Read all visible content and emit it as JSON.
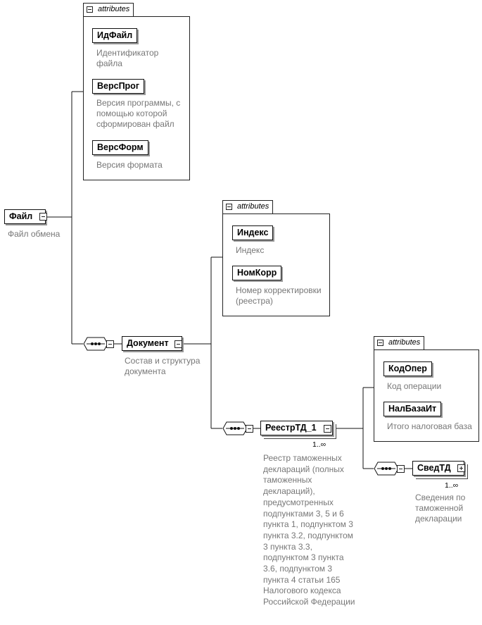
{
  "root": {
    "name": "Файл",
    "description": "Файл обмена"
  },
  "attributes_label": "attributes",
  "root_attributes": [
    {
      "name": "ИдФайл",
      "description": "Идентификатор файла"
    },
    {
      "name": "ВерсПрог",
      "description": "Версия программы, с помощью которой сформирован файл"
    },
    {
      "name": "ВерсФорм",
      "description": "Версия формата"
    }
  ],
  "document": {
    "name": "Документ",
    "description": "Состав и структура документа"
  },
  "document_attributes": [
    {
      "name": "Индекс",
      "description": "Индекс"
    },
    {
      "name": "НомКорр",
      "description": "Номер корректировки (реестра)"
    }
  ],
  "registry": {
    "name": "РеестрТД_1",
    "cardinality": "1..∞",
    "description": "Реестр таможенных деклараций (полных таможенных деклараций), предусмотренных подпунктами 3, 5 и 6 пункта 1, подпунктом 3 пункта 3.2, подпунктом 3 пункта 3.3, подпунктом 3 пункта 3.6, подпунктом 3 пункта 4 статьи 165 Налогового кодекса Российской Федерации"
  },
  "registry_attributes": [
    {
      "name": "КодОпер",
      "description": "Код операции"
    },
    {
      "name": "НалБазаИт",
      "description": "Итого налоговая база"
    }
  ],
  "declaration": {
    "name": "СведТД",
    "cardinality": "1..∞",
    "description": "Сведения по таможенной декларации"
  }
}
